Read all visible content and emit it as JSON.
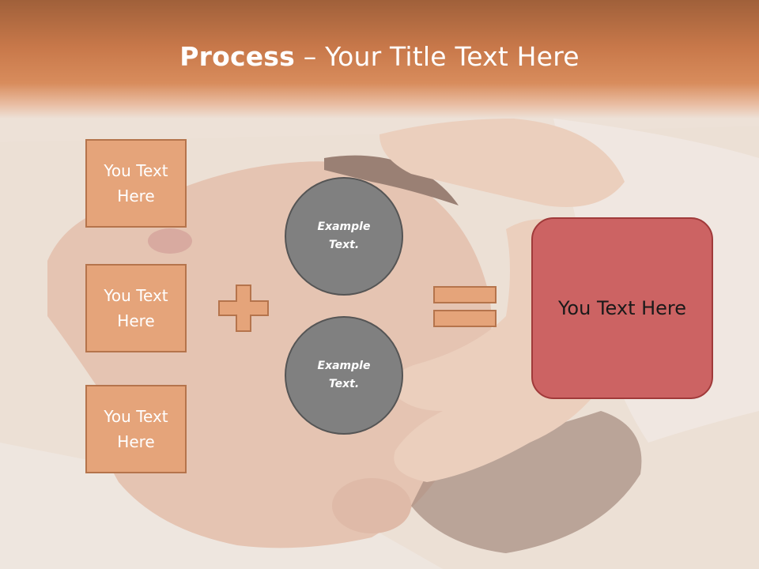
{
  "title": {
    "bold": "Process",
    "dash": " – ",
    "rest": "Your Title Text Here"
  },
  "boxes": [
    "You Text Here",
    "You Text Here",
    "You Text Here"
  ],
  "circles": [
    "Example Text.",
    "Example Text."
  ],
  "result": "You Text Here",
  "background": {
    "subject": "photo-relaxing-face-massage"
  },
  "colors": {
    "header": "#c8784a",
    "box_fill": "#e5a47a",
    "box_border": "#b5744c",
    "circle_fill": "#808080",
    "result_fill": "#cc6363"
  }
}
